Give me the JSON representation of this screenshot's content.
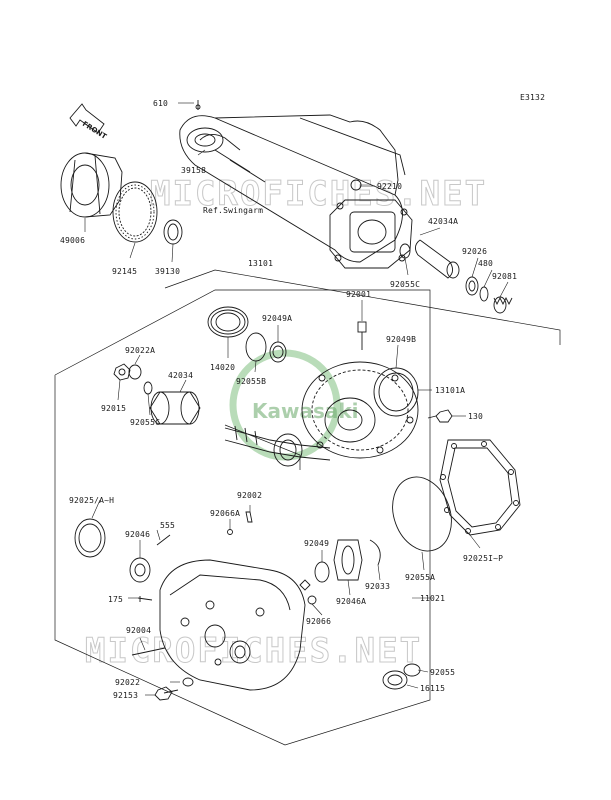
{
  "diagram_code": "E3132",
  "front_label": "FRONT",
  "ref_label": "Ref.Swingarm",
  "watermark": "MICROFICHES.NET",
  "logo_text": "Kawasaki",
  "parts": {
    "p610": "610",
    "p39158": "39158",
    "p92210": "92210",
    "p49006": "49006",
    "p92145": "92145",
    "p39130": "39130",
    "p42034A": "42034A",
    "p92026": "92026",
    "p480": "480",
    "p92081": "92081",
    "p92055C_top": "92055C",
    "p13101": "13101",
    "p92001": "92001",
    "p92049A": "92049A",
    "p92022A": "92022A",
    "p14020": "14020",
    "p92055B": "92055B",
    "p42034": "42034",
    "p92049B": "92049B",
    "p13101A": "13101A",
    "p92015": "92015",
    "p92055C": "92055C",
    "p130": "130",
    "p92025AH": "92025/A~H",
    "p92002": "92002",
    "p555": "555",
    "p92066A": "92066A",
    "p92046": "92046",
    "p92049": "92049",
    "p92251P": "92025I~P",
    "p175": "175",
    "p92046A": "92046A",
    "p92033": "92033",
    "p92055A": "92055A",
    "p11021": "11021",
    "p92066": "92066",
    "p92004": "92004",
    "p92055": "92055",
    "p92022": "92022",
    "p16115": "16115",
    "p92153": "92153"
  }
}
